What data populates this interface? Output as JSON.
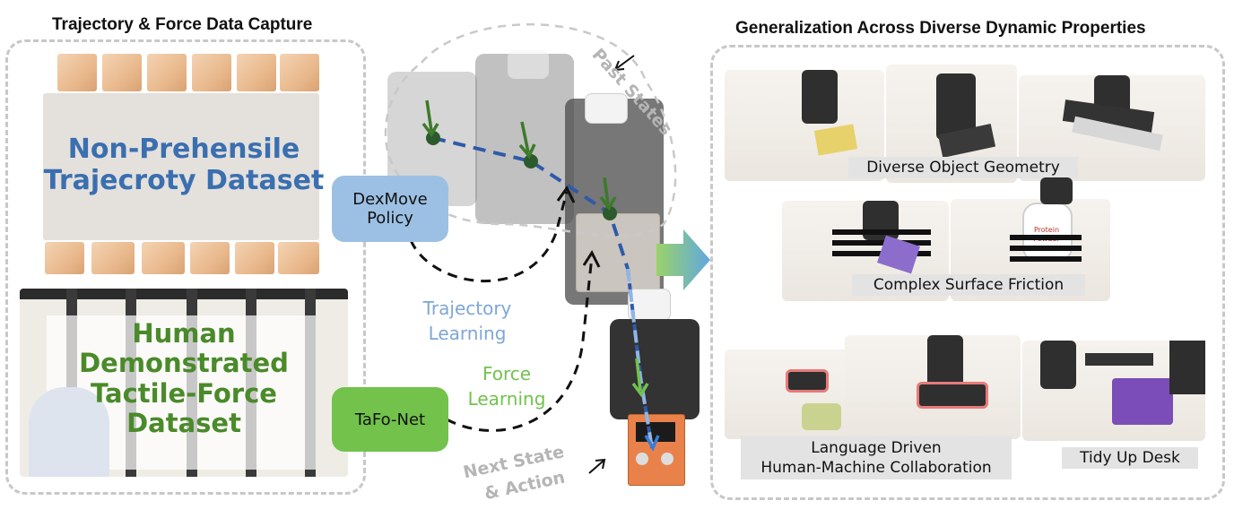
{
  "left": {
    "title": "Trajectory & Force Data Capture",
    "dataset1": [
      "Non-Prehensile",
      "Trajecroty Dataset"
    ],
    "dataset2": [
      "Human",
      "Demonstrated",
      "Tactile-Force",
      "Dataset"
    ]
  },
  "middle": {
    "past_states": "Past States",
    "policy": [
      "DexMove",
      "Policy"
    ],
    "tafo": "TaFo-Net",
    "traj_learning": [
      "Trajectory",
      "Learning"
    ],
    "force_learning": [
      "Force",
      "Learning"
    ],
    "next_state": [
      "Next State",
      "& Action"
    ]
  },
  "right": {
    "title": "Generalization Across Diverse Dynamic Properties",
    "labels": {
      "geometry": "Diverse Object Geometry",
      "friction": "Complex Surface Friction",
      "language": [
        "Language Driven",
        "Human-Machine Collaboration"
      ],
      "tidy": "Tidy Up Desk"
    },
    "bottle_text": [
      "Protein",
      "Powder"
    ]
  },
  "colors": {
    "blue_text": "#3a6fb0",
    "green_text": "#4a8a2a",
    "policy_box": "#9cc0e4",
    "tafo_box": "#72c24c",
    "light_blue_text": "#7ea7d6",
    "light_green_text": "#72c24c"
  }
}
